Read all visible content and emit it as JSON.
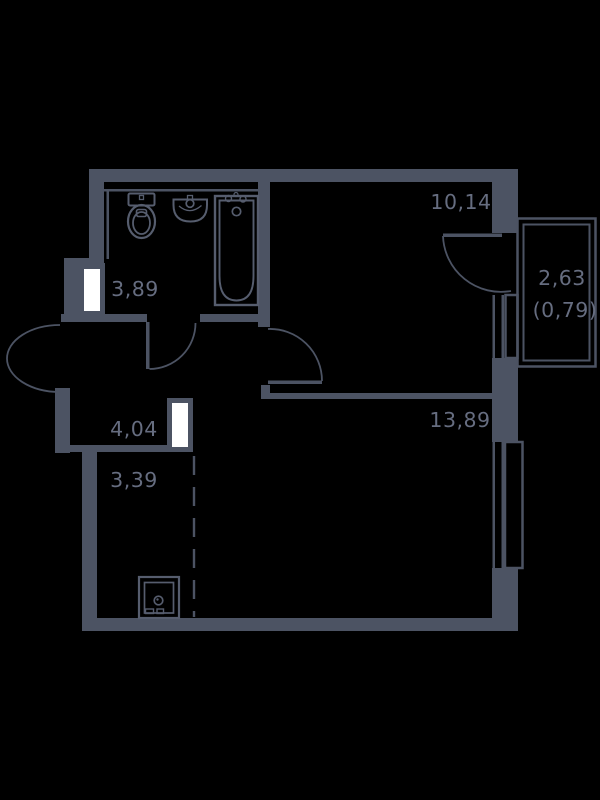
{
  "plan": {
    "title": "apartment-floor-plan",
    "rooms": [
      {
        "id": "bathroom",
        "area": "3,89"
      },
      {
        "id": "bedroom",
        "area": "10,14"
      },
      {
        "id": "hallway",
        "area": "4,04"
      },
      {
        "id": "kitchen",
        "area": "3,39"
      },
      {
        "id": "living-room",
        "area": "13,89"
      },
      {
        "id": "balcony",
        "area": "2,63",
        "area_reduced": "(0,79)"
      }
    ],
    "fixtures": [
      "toilet",
      "sink",
      "bathtub",
      "stove"
    ],
    "colors": {
      "wall": "#4c5363",
      "fixture": "#565d6e",
      "label": "#666d80",
      "background": "#000000",
      "shaft": "#ffffff"
    }
  }
}
